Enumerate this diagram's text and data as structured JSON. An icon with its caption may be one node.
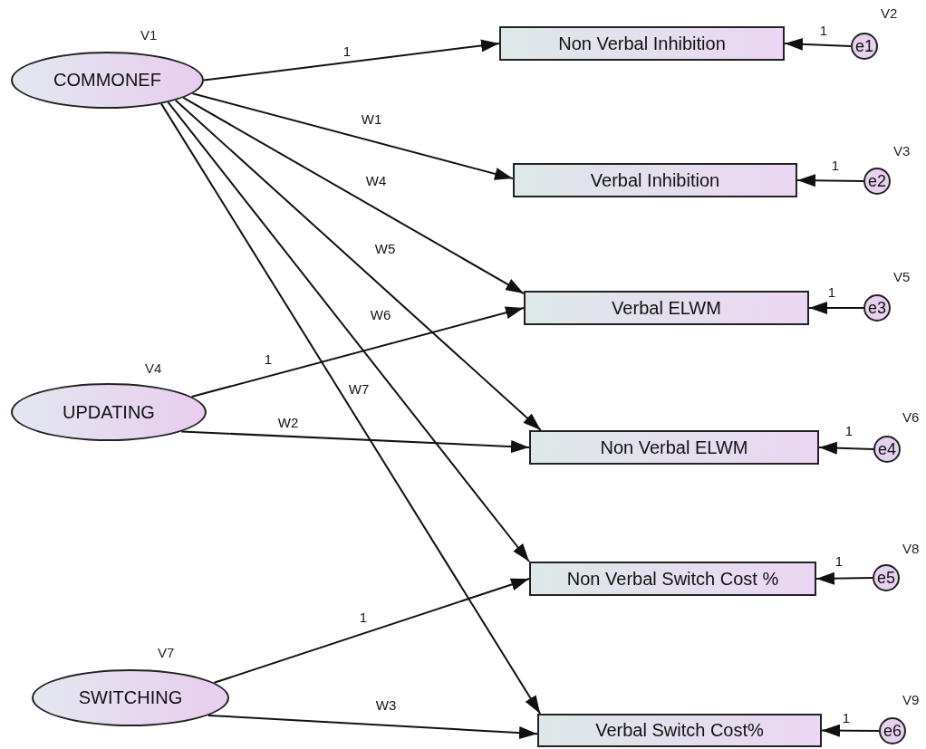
{
  "diagram": {
    "nodes": [
      {
        "text": [
          "COMMONEF"
        ],
        "beside": [
          "V1"
        ]
      },
      {
        "text": [
          "Non Verbal Inhibition"
        ]
      },
      {
        "text": [
          "e1"
        ],
        "beside": [
          "V2"
        ]
      },
      {
        "text": [
          "Verbal Inhibition"
        ]
      },
      {
        "text": [
          "e2"
        ],
        "beside": [
          "V3"
        ]
      },
      {
        "text": [
          "Verbal ELWM"
        ]
      },
      {
        "text": [
          "e3"
        ],
        "beside": [
          "V5"
        ]
      },
      {
        "text": [
          "UPDATING"
        ],
        "beside": [
          "V4"
        ]
      },
      {
        "text": [
          "Non Verbal ELWM"
        ]
      },
      {
        "text": [
          "e4"
        ],
        "beside": [
          "V6"
        ]
      },
      {
        "text": [
          "Non Verbal Switch Cost %"
        ]
      },
      {
        "text": [
          "e5"
        ],
        "beside": [
          "V8"
        ]
      },
      {
        "text": [
          "SWITCHING"
        ],
        "beside": [
          "V7"
        ]
      },
      {
        "text": [
          "Verbal Switch Cost%"
        ]
      },
      {
        "text": [
          "e6"
        ],
        "beside": [
          "V9"
        ]
      }
    ],
    "edges": [
      {
        "from": 0,
        "to": 1,
        "arrow": "to",
        "label": "1"
      },
      {
        "from": 0,
        "to": 3,
        "arrow": "to",
        "label": "W1"
      },
      {
        "from": 0,
        "to": 5,
        "arrow": "to",
        "label": "W4"
      },
      {
        "from": 0,
        "to": 8,
        "arrow": "to",
        "label": "W5"
      },
      {
        "from": 0,
        "to": 10,
        "arrow": "to",
        "label": "W6"
      },
      {
        "from": 0,
        "to": 13,
        "arrow": "to",
        "label": "W7"
      },
      {
        "from": 7,
        "to": 5,
        "arrow": "to",
        "label": "1"
      },
      {
        "from": 7,
        "to": 8,
        "arrow": "to",
        "label": "W2"
      },
      {
        "from": 12,
        "to": 10,
        "arrow": "to",
        "label": "1"
      },
      {
        "from": 12,
        "to": 13,
        "arrow": "to",
        "label": "W3"
      },
      {
        "from": 2,
        "to": 1,
        "arrow": "to",
        "label": "1"
      },
      {
        "from": 4,
        "to": 3,
        "arrow": "to",
        "label": "1"
      },
      {
        "from": 6,
        "to": 5,
        "arrow": "to",
        "label": "1"
      },
      {
        "from": 9,
        "to": 8,
        "arrow": "to",
        "label": "1"
      },
      {
        "from": 11,
        "to": 10,
        "arrow": "to",
        "label": "1"
      },
      {
        "from": 14,
        "to": 13,
        "arrow": "to",
        "label": "1"
      }
    ]
  }
}
